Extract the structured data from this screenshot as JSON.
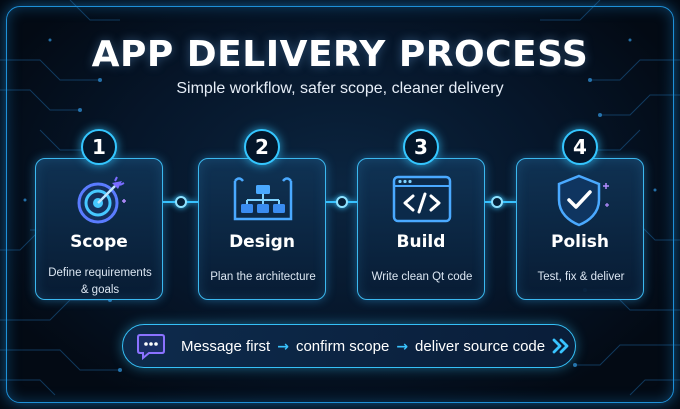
{
  "title": "APP DELIVERY PROCESS",
  "subtitle": "Simple workflow, safer scope, cleaner delivery",
  "steps": [
    {
      "number": "1",
      "title": "Scope",
      "desc": "Define requirements & goals",
      "icon": "target-icon"
    },
    {
      "number": "2",
      "title": "Design",
      "desc": "Plan the architecture",
      "icon": "architecture-diagram-icon"
    },
    {
      "number": "3",
      "title": "Build",
      "desc": "Write clean Qt code",
      "icon": "code-window-icon"
    },
    {
      "number": "4",
      "title": "Polish",
      "desc": "Test, fix & deliver",
      "icon": "shield-check-icon"
    }
  ],
  "footer": {
    "icon": "chat-bubble-icon",
    "items": [
      "Message first",
      "confirm scope",
      "deliver source code"
    ],
    "end_icon": "double-chevron-right-icon"
  },
  "colors": {
    "accent": "#39c4ff",
    "background": "#030a14",
    "card": "#0f3456",
    "icon_purple": "#7a6cff"
  }
}
